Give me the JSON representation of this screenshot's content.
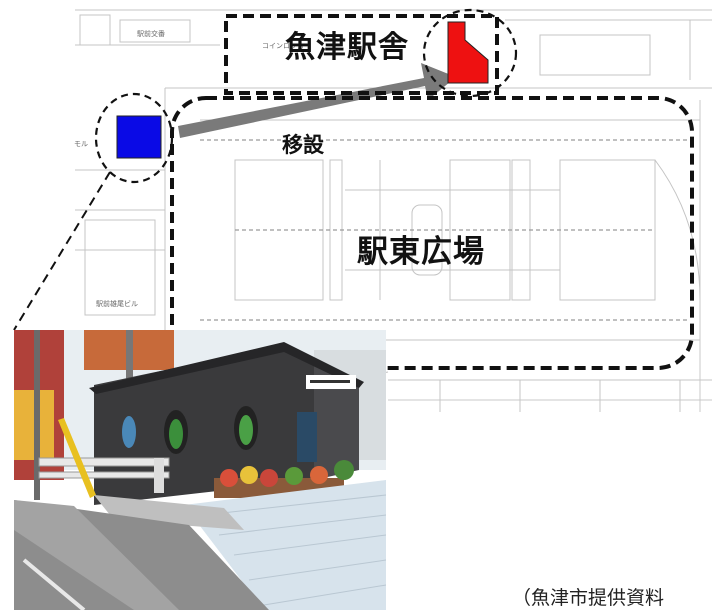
{
  "labels": {
    "station_building": "魚津駅舎",
    "relocation": "移設",
    "east_plaza": "駅東広場"
  },
  "map_text": {
    "koban": "駅前交番",
    "coin_locker": "コインロッカー",
    "building_left": "モル",
    "building_bottom": "駅前雄尾ビル"
  },
  "credit": "（魚津市提供資料",
  "colors": {
    "original_position": "#0a0ae6",
    "new_position": "#ee1111",
    "arrow": "#7a7a7a",
    "dashed_outline": "#111111"
  },
  "photo": {
    "description_icon": "relocated-building-photo"
  }
}
